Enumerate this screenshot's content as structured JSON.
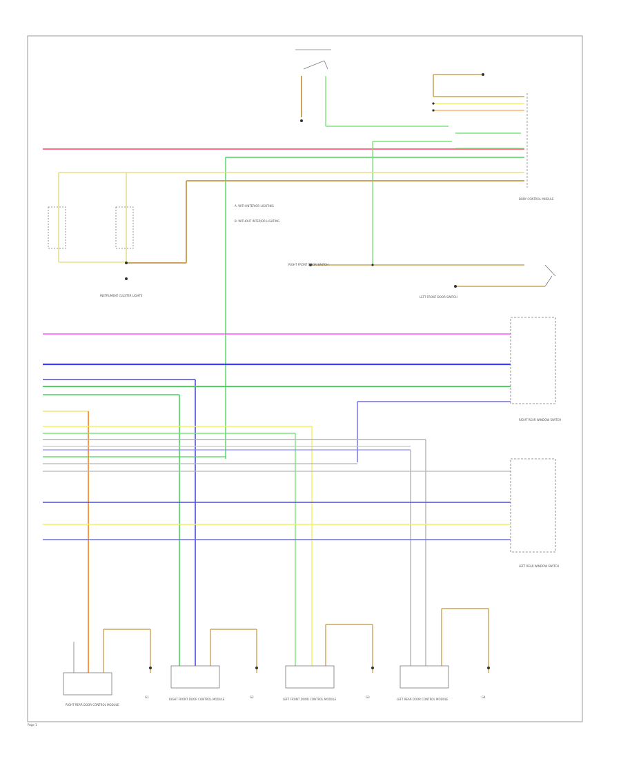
{
  "page": {
    "page_label": "Page 1",
    "wire_colors": {
      "red": "#ff3f5c",
      "pink": "#ff55ff",
      "blue": "#3d3dff",
      "green": "#49d45d",
      "light_green": "#7be37b",
      "yellow": "#f2f25a",
      "orange": "#ff8a2a",
      "tan": "#cba35a",
      "gray": "#b4b4b4",
      "border": "#999999"
    }
  },
  "labels": {
    "dimmer_switch": "INSTRUMENT CLUSTER LIGHTS",
    "main_module": "BODY CONTROL MODULE",
    "legend_1": "A: WITH INTERIOR LIGHTING",
    "legend_2": "B: WITHOUT INTERIOR LIGHTING",
    "rf_door": "RIGHT FRONT DOOR SWITCH",
    "lf_door": "LEFT FRONT DOOR SWITCH",
    "right_rear_switch": "RIGHT REAR WINDOW SWITCH",
    "left_rear_switch": "LEFT REAR WINDOW SWITCH",
    "rr_module": "RIGHT REAR DOOR CONTROL MODULE",
    "rf_module": "RIGHT FRONT DOOR CONTROL MODULE",
    "lf_module": "LEFT FRONT DOOR CONTROL MODULE",
    "lr_module": "LEFT REAR DOOR CONTROL MODULE",
    "ground_1": "G1",
    "ground_2": "G2",
    "ground_3": "G3",
    "ground_4": "G4"
  }
}
